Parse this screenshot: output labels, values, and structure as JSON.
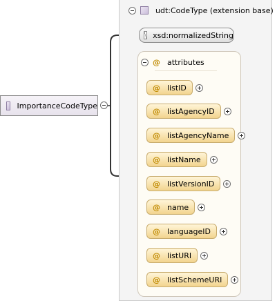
{
  "extension_type": {
    "label": "udt:CodeType (extension base)"
  },
  "root_element": {
    "label": "ImportanceCodeType"
  },
  "base_type": {
    "label": "xsd:normalizedString"
  },
  "attributes_group": {
    "label": "attributes",
    "items": [
      {
        "label": "listID"
      },
      {
        "label": "listAgencyID"
      },
      {
        "label": "listAgencyName"
      },
      {
        "label": "listName"
      },
      {
        "label": "listVersionID"
      },
      {
        "label": "name"
      },
      {
        "label": "languageID"
      },
      {
        "label": "listURI"
      },
      {
        "label": "listSchemeURI"
      }
    ]
  },
  "icons": {
    "attribute_marker": "@",
    "type_icon": "complex-type-icon",
    "simple_type_icon": "simple-type-icon"
  }
}
